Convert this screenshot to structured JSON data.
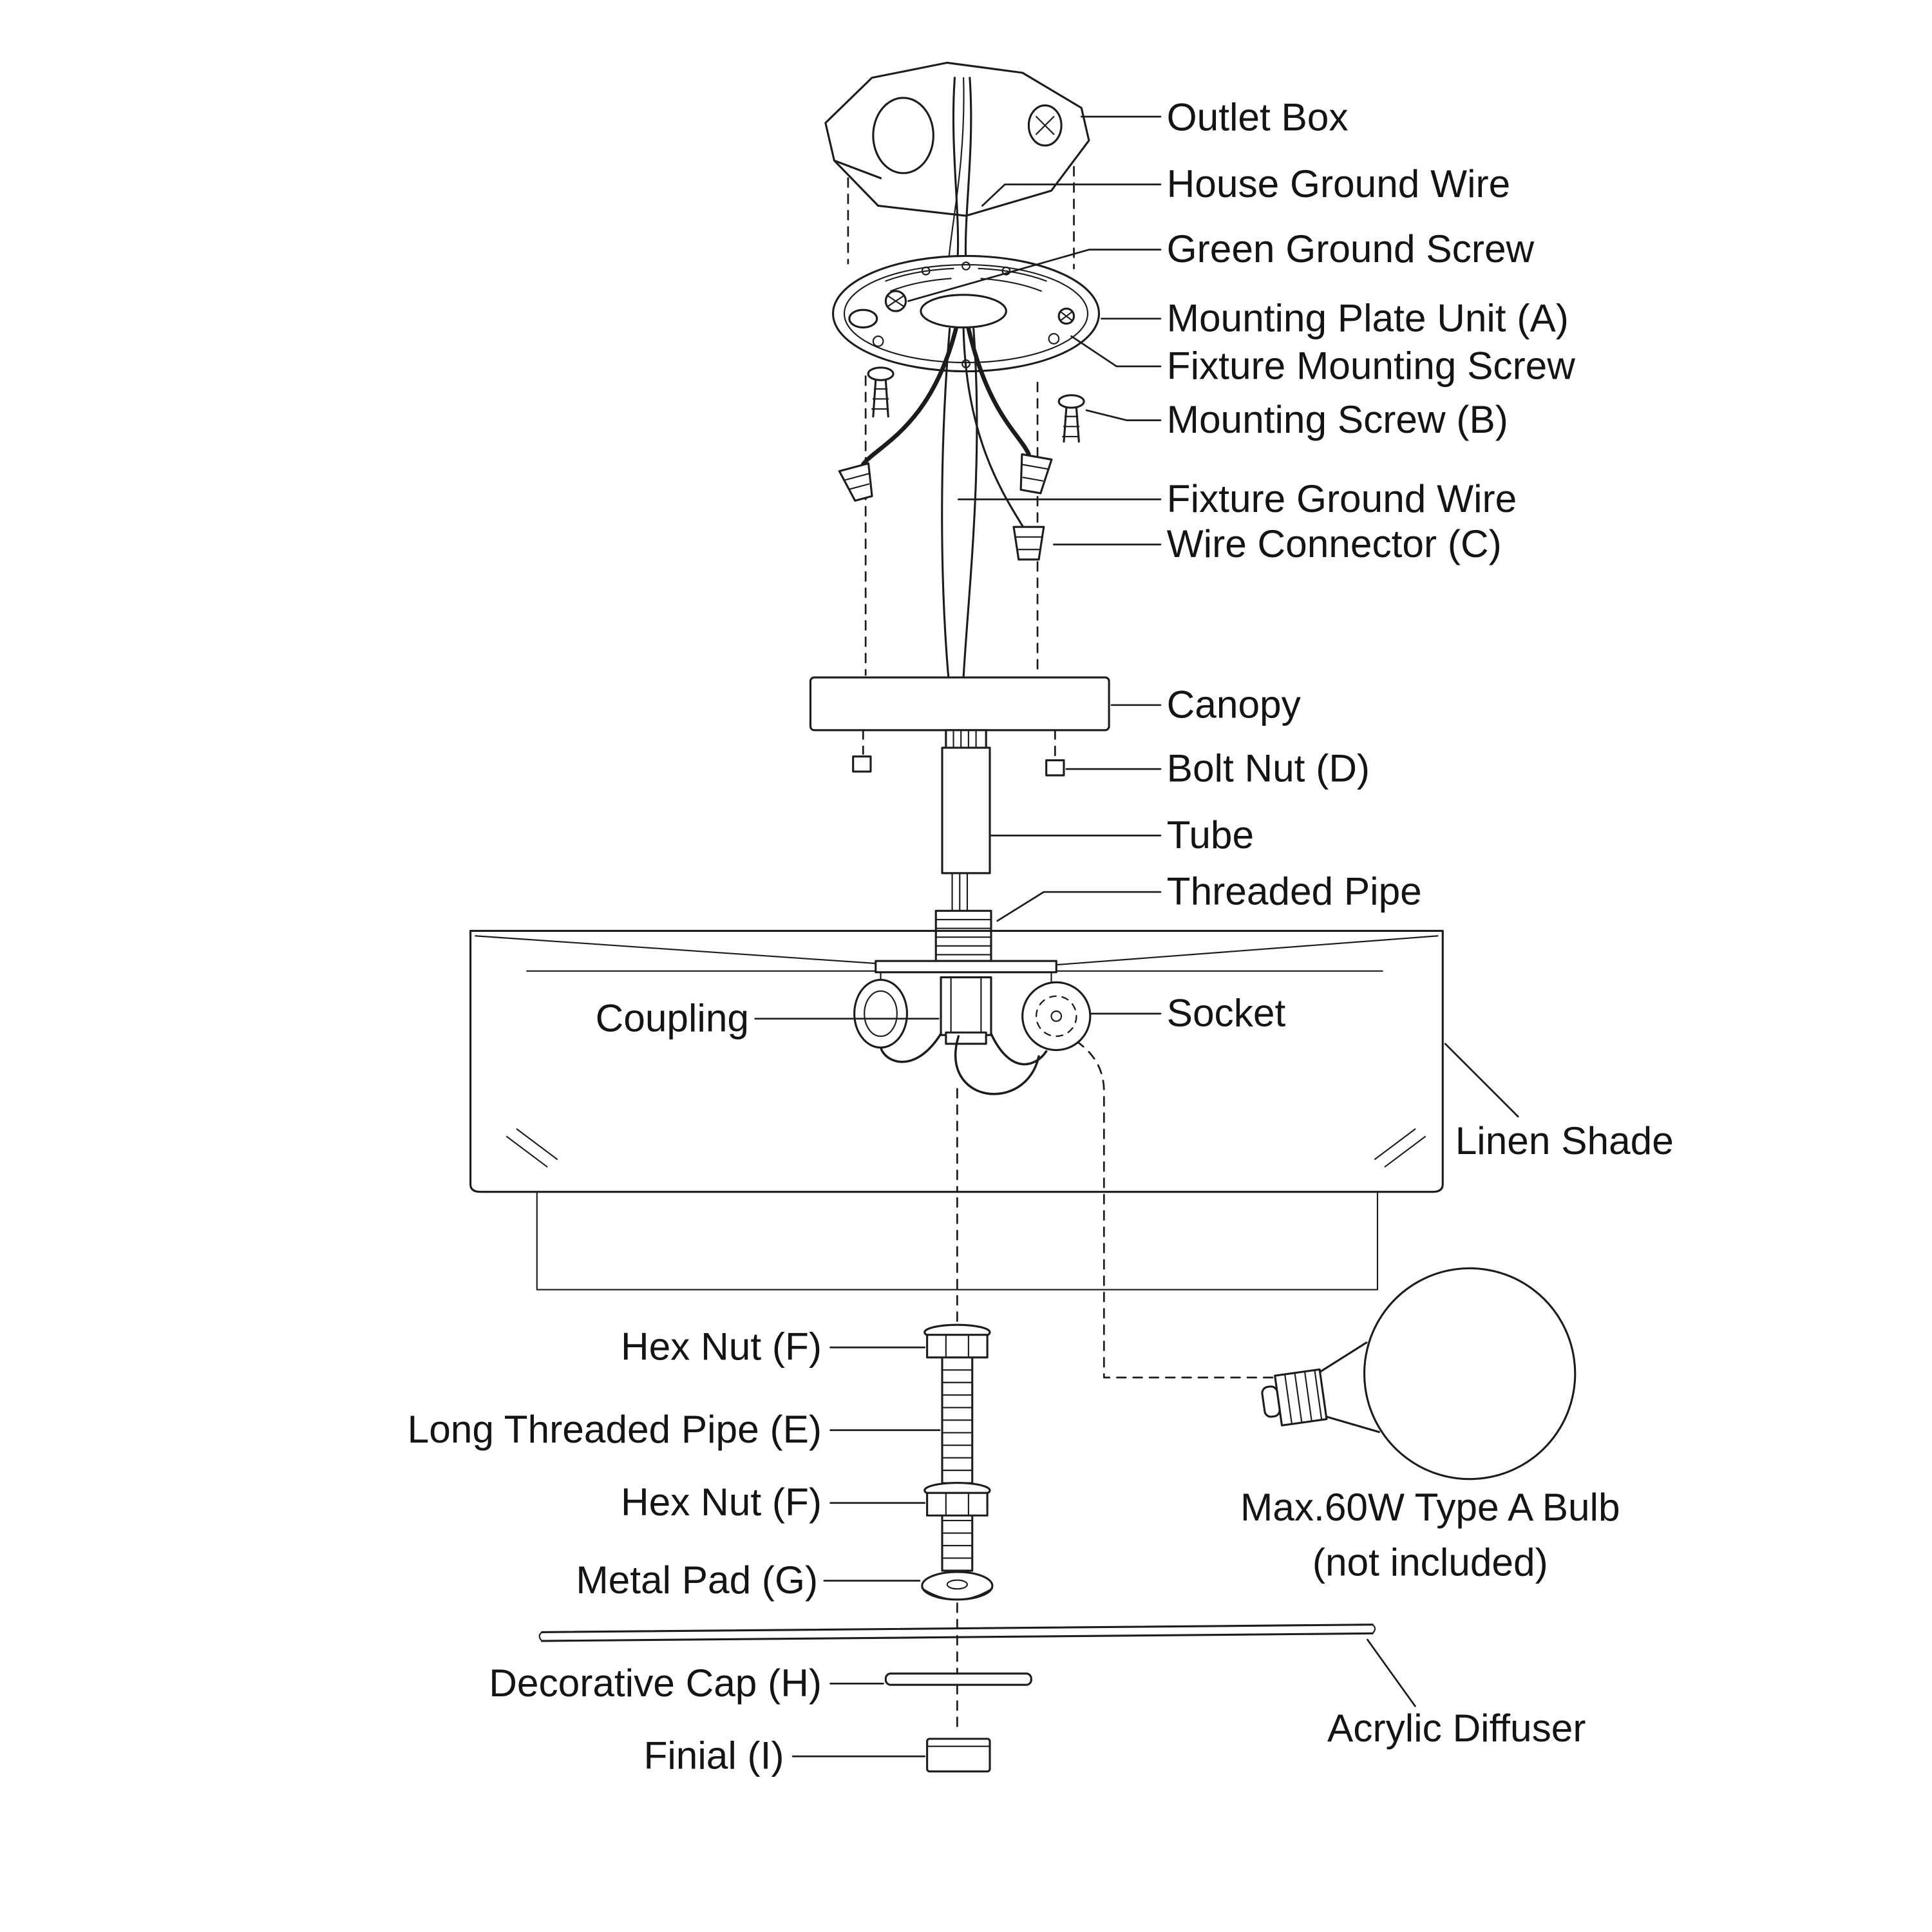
{
  "diagram": {
    "type": "exploded-assembly-diagram",
    "subject": "Flush-mount ceiling light fixture installation diagram",
    "colors": {
      "line": "#1c1c1c",
      "background": "#ffffff"
    },
    "labels": {
      "outlet_box": "Outlet Box",
      "house_ground_wire": "House Ground Wire",
      "green_ground_screw": "Green Ground Screw",
      "mounting_plate": "Mounting Plate Unit (A)",
      "fixture_mounting_screw": "Fixture Mounting Screw",
      "mounting_screw": "Mounting Screw (B)",
      "fixture_ground_wire": "Fixture Ground Wire",
      "wire_connector": "Wire Connector (C)",
      "canopy": "Canopy",
      "bolt_nut": "Bolt Nut (D)",
      "tube": "Tube",
      "threaded_pipe": "Threaded Pipe",
      "coupling": "Coupling",
      "socket": "Socket",
      "linen_shade": "Linen Shade",
      "hex_nut": "Hex Nut (F)",
      "long_threaded_pipe": "Long Threaded Pipe (E)",
      "metal_pad": "Metal Pad (G)",
      "decorative_cap": "Decorative Cap (H)",
      "finial": "Finial (I)",
      "bulb_line1": "Max.60W Type A Bulb",
      "bulb_line2": "(not included)",
      "acrylic_diffuser": "Acrylic Diffuser"
    }
  }
}
